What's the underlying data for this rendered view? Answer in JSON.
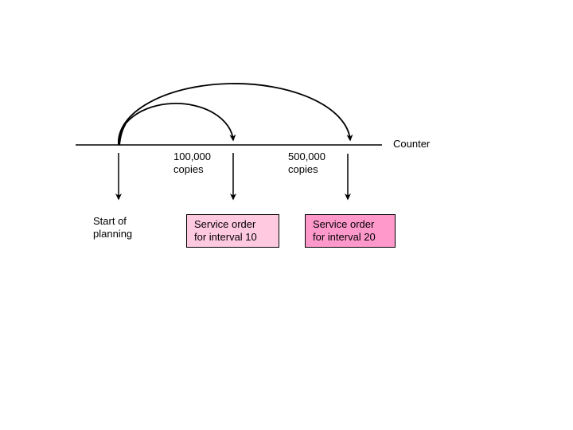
{
  "page": {
    "background": "#ffffff",
    "line_color": "#000000",
    "text_color": "#000000"
  },
  "diagram": {
    "counter_label": "Counter",
    "start_label": "Start of\nplanning",
    "milestones": [
      {
        "label": "100,000\ncopies"
      },
      {
        "label": "500,000\ncopies"
      }
    ],
    "service_orders": [
      {
        "label": "Service order\nfor interval 10",
        "fill": "#ffc9e0"
      },
      {
        "label": "Service order\nfor interval 20",
        "fill": "#ff99cc"
      }
    ]
  }
}
